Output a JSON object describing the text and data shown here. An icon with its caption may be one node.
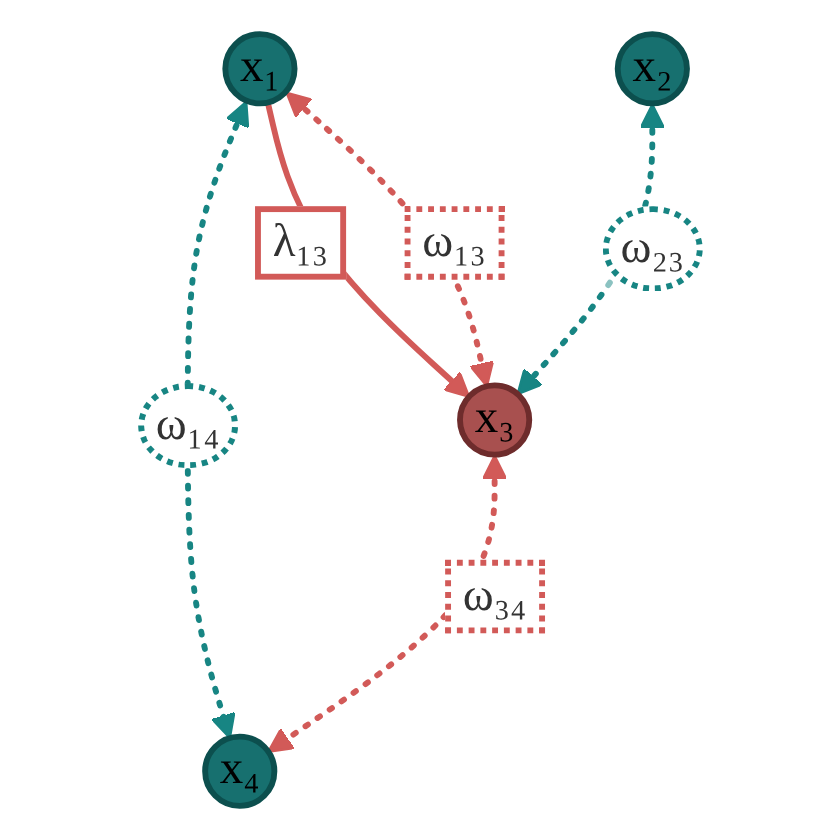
{
  "diagram": {
    "nodes": [
      {
        "text": [
          "x₁"
        ]
      },
      {
        "text": [
          "x₂"
        ]
      },
      {
        "text": [
          "x₃"
        ]
      },
      {
        "text": [
          "x₄"
        ]
      }
    ],
    "edges": [
      {
        "from": 0,
        "to": 2,
        "arrow": "to",
        "label": "λ₁₃"
      },
      {
        "from": 0,
        "to": 2,
        "arrow": "both",
        "label": "ω₁₃",
        "style": "dashed"
      },
      {
        "from": 1,
        "to": 2,
        "arrow": "both",
        "label": "ω₂₃",
        "style": "dashed",
        "color": "#178583"
      },
      {
        "from": 0,
        "to": 3,
        "arrow": "both",
        "label": "ω₁₄",
        "style": "dashed",
        "color": "#178583"
      },
      {
        "from": 2,
        "to": 3,
        "arrow": "both",
        "label": "ω₃₄",
        "style": "dashed"
      }
    ]
  }
}
